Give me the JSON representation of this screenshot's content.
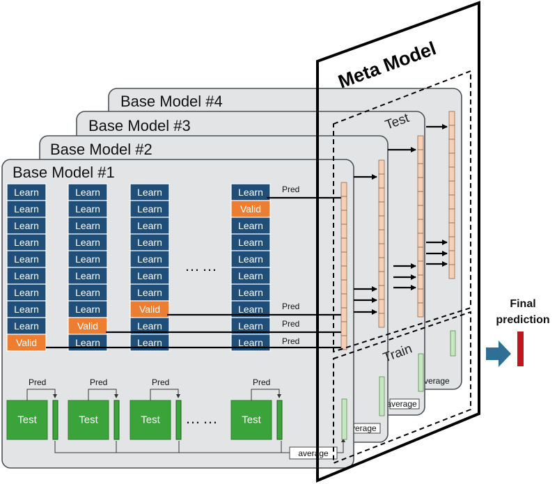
{
  "base_models": [
    {
      "title": "Base Model #1"
    },
    {
      "title": "Base Model #2"
    },
    {
      "title": "Base Model #3"
    },
    {
      "title": "Base Model #4"
    }
  ],
  "fold_grid": {
    "learn_label": "Learn",
    "valid_label": "Valid",
    "ellipsis": "……",
    "columns": [
      {
        "valid_row": 9
      },
      {
        "valid_row": 8
      },
      {
        "valid_row": 7
      },
      {
        "valid_row": 1
      }
    ]
  },
  "pred_label": "Pred",
  "test_label": "Test",
  "average_label": "average",
  "meta_model": {
    "title": "Meta Model",
    "test_label": "Test",
    "train_label": "Train"
  },
  "final_prediction": {
    "line1": "Final",
    "line2": "prediction"
  },
  "colors": {
    "learn": "#1f4e79",
    "valid": "#ed7d31",
    "test": "#3aa43a",
    "meta_test_cell": "#f6cfb4",
    "meta_train_cell": "#c6e7c0",
    "final_arrow": "#2e6f95",
    "final_bar": "#c0161d",
    "panel": "#e3e4e6"
  }
}
